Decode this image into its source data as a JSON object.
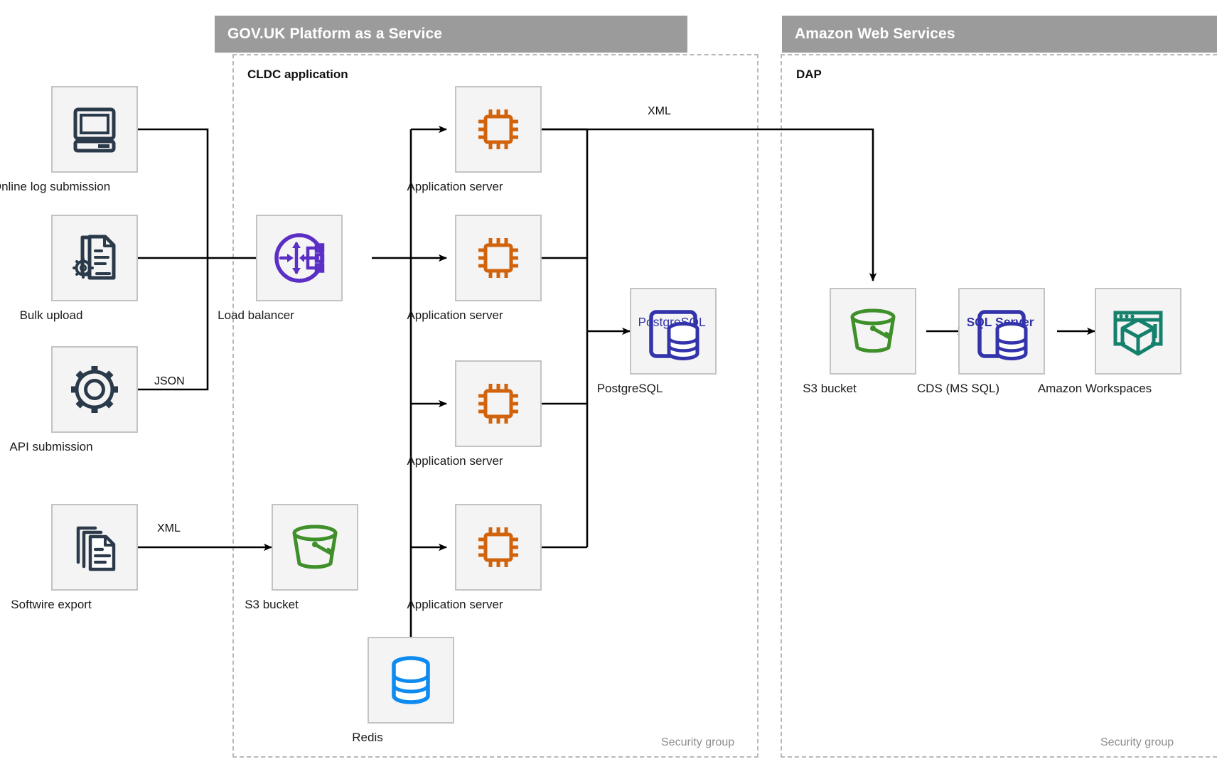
{
  "groups": [
    {
      "id": "paas",
      "title": "GOV.UK Platform as a Service",
      "subtitle": "CLDC application",
      "security_label": "Security group"
    },
    {
      "id": "aws",
      "title": "Amazon Web Services",
      "subtitle": "DAP",
      "security_label": "Security group"
    }
  ],
  "nodes": {
    "online_log_submission": {
      "label": "Online log submission",
      "icon": "desktop-computer-icon",
      "color": "#2b3a4a"
    },
    "bulk_upload": {
      "label": "Bulk upload",
      "icon": "document-gear-icon",
      "color": "#2b3a4a"
    },
    "api_submission": {
      "label": "API submission",
      "icon": "gear-icon",
      "color": "#2b3a4a"
    },
    "softwire_export": {
      "label": "Softwire export",
      "icon": "documents-stack-icon",
      "color": "#2b3a4a"
    },
    "load_balancer": {
      "label": "Load balancer",
      "icon": "load-balancer-icon",
      "color": "#5b2ec6"
    },
    "app_server_1": {
      "label": "Application server",
      "icon": "cpu-chip-icon",
      "color": "#d2630d"
    },
    "app_server_2": {
      "label": "Application server",
      "icon": "cpu-chip-icon",
      "color": "#d2630d"
    },
    "app_server_3": {
      "label": "Application server",
      "icon": "cpu-chip-icon",
      "color": "#d2630d"
    },
    "app_server_4": {
      "label": "Application server",
      "icon": "cpu-chip-icon",
      "color": "#d2630d"
    },
    "postgresql": {
      "label": "PostgreSQL",
      "icon": "postgresql-icon",
      "color": "#3333ab",
      "badge": "PostgreSQL"
    },
    "paas_s3_bucket": {
      "label": "S3 bucket",
      "icon": "s3-bucket-icon",
      "color": "#3f8f2b"
    },
    "redis": {
      "label": "Redis",
      "icon": "database-icon",
      "color": "#0d8bf0"
    },
    "aws_s3_bucket": {
      "label": "S3 bucket",
      "icon": "s3-bucket-icon",
      "color": "#3f8f2b"
    },
    "cds_ms_sql": {
      "label": "CDS (MS SQL)",
      "icon": "sql-server-icon",
      "color": "#3333ab",
      "badge": "SQL Server"
    },
    "amazon_workspaces": {
      "label": "Amazon Workspaces",
      "icon": "workspaces-cube-icon",
      "color": "#15806b"
    }
  },
  "edge_labels": {
    "api_json": "JSON",
    "softwire_xml": "XML",
    "appserver_xml": "XML"
  },
  "colors": {
    "header_bg": "#9b9b9b",
    "header_text": "#ffffff",
    "tile_bg": "#f4f4f4",
    "tile_border": "#c3c3c3",
    "dashed_border": "#b9b9b9",
    "wire": "#000000",
    "muted_text": "#8d8d8d"
  }
}
